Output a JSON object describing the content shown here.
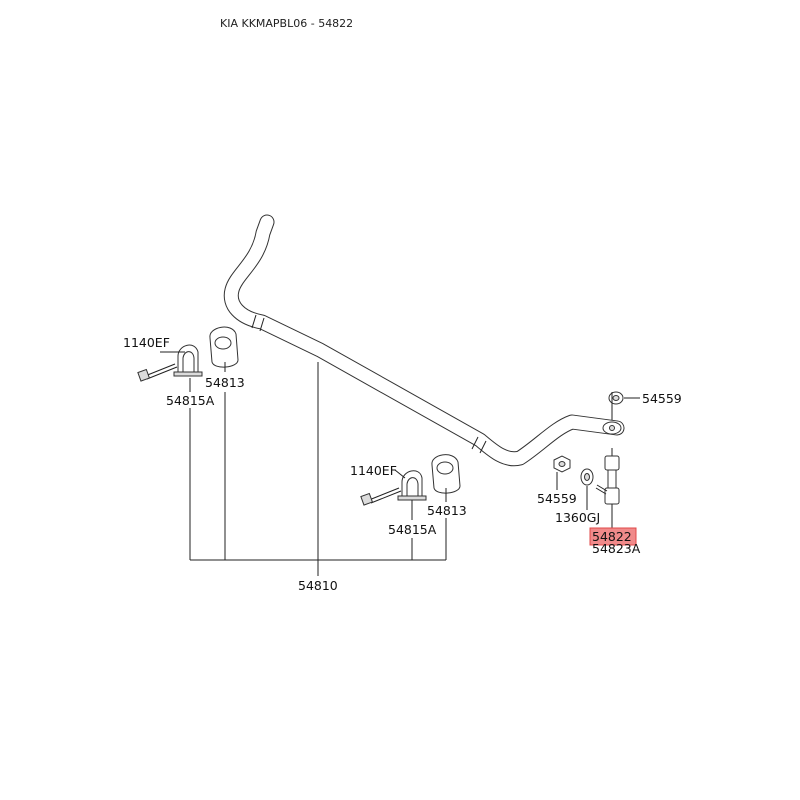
{
  "title": "KIA KKMAPBL06 - 54822",
  "highlight_color": "#f08a8a",
  "labels": {
    "bolt_left": "1140EF",
    "bushing_left": "54813",
    "bracket_left": "54815A",
    "bolt_mid": "1140EF",
    "bushing_mid": "54813",
    "bracket_mid": "54815A",
    "stabilizer_bar": "54810",
    "nut_top": "54559",
    "nut_lower": "54559",
    "washer": "1360GJ",
    "link_selected": "54822",
    "link_alt": "54823A"
  }
}
